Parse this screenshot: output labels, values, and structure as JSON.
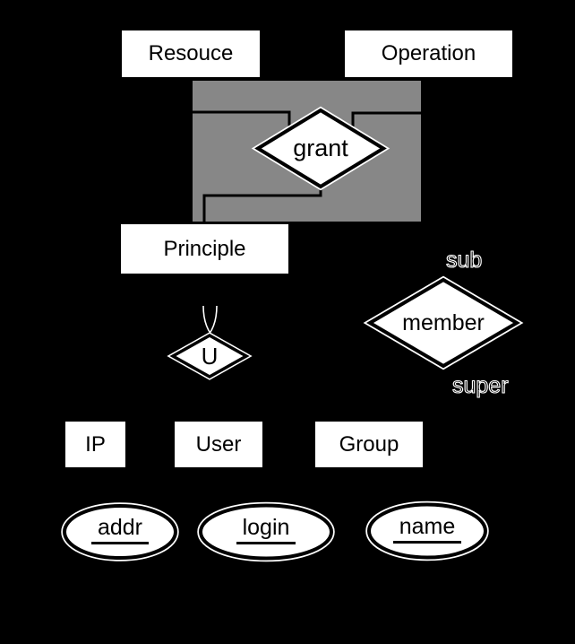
{
  "diagram": {
    "entities": {
      "resource": "Resouce",
      "operation": "Operation",
      "principle": "Principle",
      "ip": "IP",
      "user": "User",
      "group": "Group"
    },
    "relationships": {
      "grant": "grant",
      "member": "member",
      "union": "U"
    },
    "annotations": {
      "sub": "sub",
      "super": "super"
    },
    "attributes": {
      "addr": "addr",
      "login": "login",
      "name": "name"
    },
    "colors": {
      "background": "#000000",
      "grant_region": "#878787",
      "shape_fill": "#ffffff",
      "line": "#000000",
      "annotation_outline": "#ffffff"
    }
  }
}
